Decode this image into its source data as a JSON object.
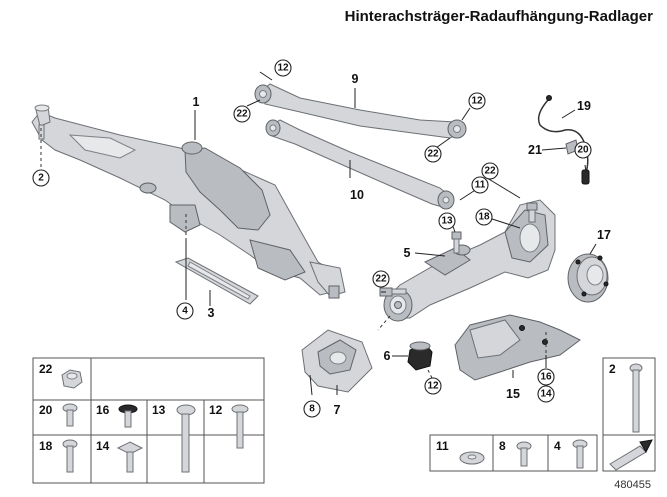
{
  "title": "Hinterachsträger-Radaufhängung-Radlager",
  "document_number": "480455",
  "plain_labels": [
    "1",
    "9",
    "10",
    "19",
    "21",
    "5",
    "17",
    "3",
    "6",
    "7",
    "15"
  ],
  "circled_labels": [
    "2",
    "12",
    "22",
    "12",
    "22",
    "11",
    "22",
    "20",
    "13",
    "18",
    "22",
    "4",
    "12",
    "8",
    "16",
    "14"
  ],
  "legend": {
    "left_grid": [
      "22",
      "20",
      "16",
      "13",
      "12",
      "18",
      "14"
    ],
    "bottom_row": [
      "11",
      "8",
      "4"
    ],
    "right_column": [
      "2"
    ]
  },
  "icons": [
    "bolt-icon",
    "nut-icon",
    "washer-icon",
    "wheel-bolt-icon",
    "arrow-icon"
  ]
}
